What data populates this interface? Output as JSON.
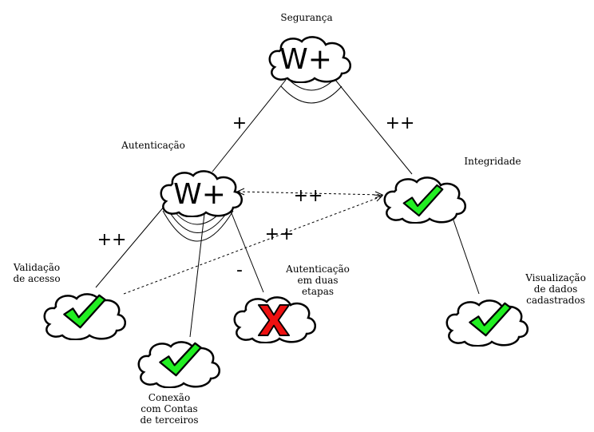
{
  "nodes": {
    "seguranca": {
      "label": "Segurança",
      "mark": "W+"
    },
    "autenticacao": {
      "label": "Autenticação",
      "mark": "W+"
    },
    "integridade": {
      "label": "Integridade",
      "status": "satisfied"
    },
    "validacao": {
      "label": [
        "Validação",
        "de acesso"
      ],
      "status": "satisfied"
    },
    "conexao": {
      "label": [
        "Conexão",
        "com Contas",
        "de terceiros"
      ],
      "status": "satisfied"
    },
    "duas_etapas": {
      "label": [
        "Autenticação",
        "em duas",
        "etapas"
      ],
      "status": "denied"
    },
    "visualizacao": {
      "label": [
        "Visualização",
        "de dados",
        "cadastrados"
      ],
      "status": "satisfied"
    }
  },
  "contributions": {
    "seg_aut": "+",
    "seg_int": "++",
    "aut_int": "++",
    "aut_val": "++",
    "val_int": "++",
    "aut_duas": "-"
  },
  "colors": {
    "check": "#22ee22",
    "cross": "#ee1111"
  }
}
